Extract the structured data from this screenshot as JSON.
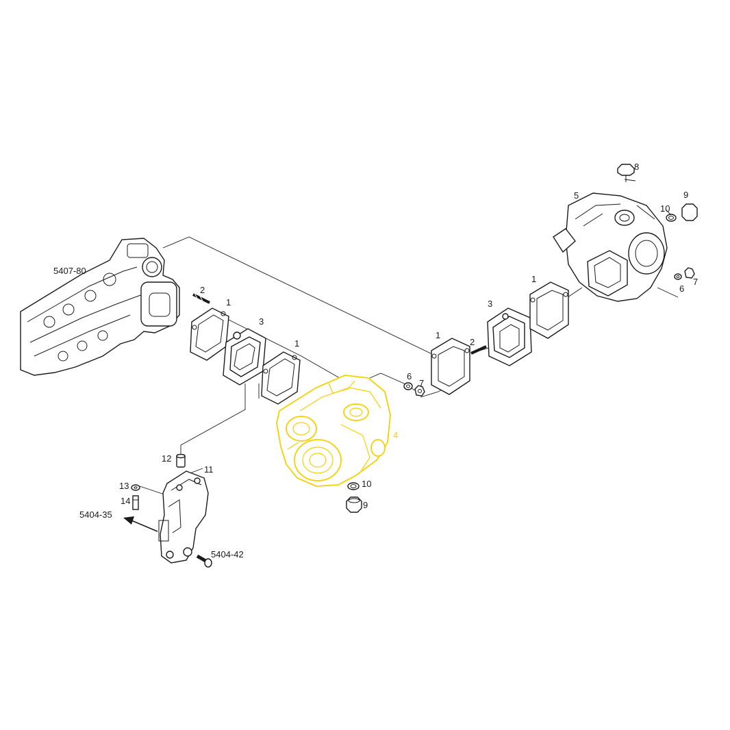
{
  "colors": {
    "line": "#1a1a1a",
    "highlight": "#f5d000"
  },
  "labels": {
    "engine_ref": "5407-80",
    "bracket_ref_a": "5404-35",
    "bracket_ref_b": "5404-42",
    "p1a": "1",
    "p1b": "1",
    "p1c": "1",
    "p1d": "1",
    "p2a": "2",
    "p2b": "2",
    "p3a": "3",
    "p3b": "3",
    "p4": "4",
    "p5": "5",
    "p6a": "6",
    "p6b": "6",
    "p7a": "7",
    "p7b": "7",
    "p8": "8",
    "p9a": "9",
    "p9b": "9",
    "p10a": "10",
    "p10b": "10",
    "p11": "11",
    "p12": "12",
    "p13": "13",
    "p14": "14"
  }
}
